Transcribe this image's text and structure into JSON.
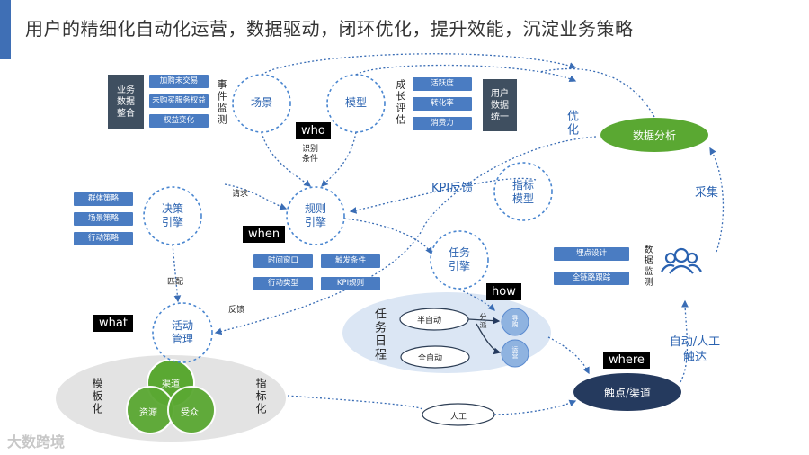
{
  "title": "用户的精细化自动化运营，数据驱动，闭环优化，提升效能，沉淀业务策略",
  "left_top_box": "业务\n数据\n整合",
  "left_chips": [
    "加购未交易",
    "未购买服务权益",
    "权益变化"
  ],
  "event_monitor": "事件监测",
  "scene": "场景",
  "model": "模型",
  "growth_eval": "成长评估",
  "right_chips": [
    "活跃度",
    "转化率",
    "消费力"
  ],
  "user_data_box": "用户\n数据\n统一",
  "who": "who",
  "identify_cond": "识别\n条件",
  "optimize": "优化",
  "data_analysis": "数据分析",
  "strategy_chips": [
    "群体策略",
    "场景策略",
    "行动策略"
  ],
  "decision_engine": "决策\n引擎",
  "request": "请求",
  "rule_engine": "规则\n引擎",
  "when": "when",
  "kpi_feedback": "KPI反馈",
  "metric_model": "指标\n模型",
  "collect": "采集",
  "rule_chips": [
    "时间窗口",
    "触发条件",
    "行动类型",
    "KPI规则"
  ],
  "task_engine": "任务\n引擎",
  "point_design": "埋点设计",
  "full_link": "全链路跟踪",
  "data_monitor": "数据监测",
  "match": "匹配",
  "what": "what",
  "feedback": "反馈",
  "activity_mgmt": "活动\n管理",
  "how": "how",
  "task_schedule": "任务日程",
  "semi_auto": "半自动",
  "full_auto": "全自动",
  "dispatch": "分派",
  "guide": "导购",
  "ops": "运营",
  "auto_manual": "自动/人工\n触达",
  "where": "where",
  "touch_channel": "触点/渠道",
  "templatize": "模板化",
  "metricize": "指标化",
  "channel": "渠道",
  "resource": "资源",
  "audience": "受众",
  "manual": "人工",
  "logo": "大数跨境",
  "colors": {
    "blue": "#2a62b0",
    "green": "#5aa832",
    "dark_navy": "#253a5e",
    "chip": "#4a7cc2"
  }
}
